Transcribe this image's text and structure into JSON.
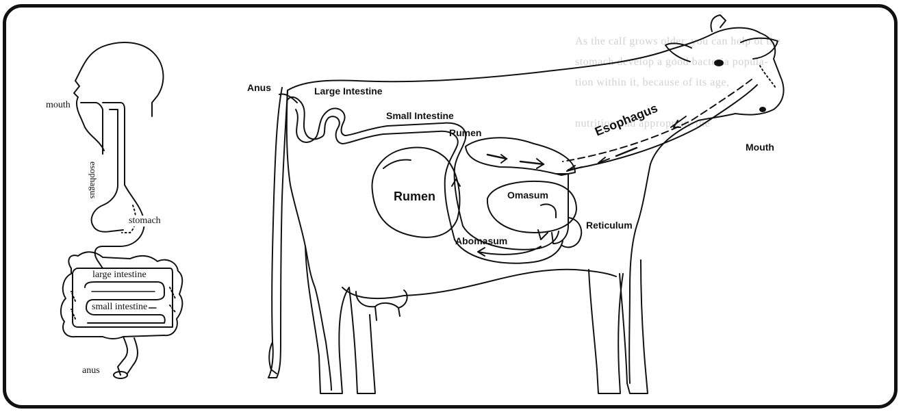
{
  "human": {
    "labels": {
      "mouth": "mouth",
      "esophagus": "esophagus",
      "stomach": "stomach",
      "large_intestine": "large intestine",
      "small_intestine": "small intestine",
      "anus": "anus"
    }
  },
  "cow": {
    "labels": {
      "anus": "Anus",
      "large_intestine": "Large Intestine",
      "small_intestine": "Small Intestine",
      "rumen_small": "Rumen",
      "rumen_big": "Rumen",
      "omasum": "Omasum",
      "abomasum": "Abomasum",
      "reticulum": "Reticulum",
      "esophagus": "Esophagus",
      "mouth": "Mouth"
    }
  },
  "colors": {
    "ink": "#111111",
    "bleed_through": "#d2d2d2",
    "background": "#ffffff"
  }
}
